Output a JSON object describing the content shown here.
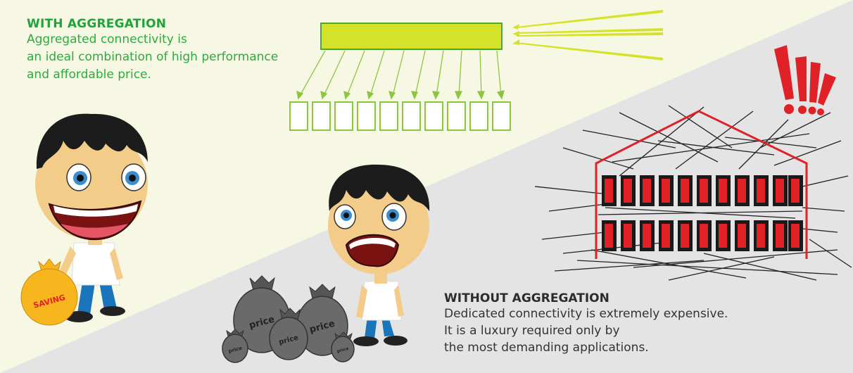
{
  "with": {
    "title": "WITH AGGREGATION",
    "lines": [
      "Aggregated connectivity is",
      "an ideal combination of high performance",
      "and affordable price."
    ]
  },
  "without": {
    "title": "WITHOUT AGGREGATION",
    "lines": [
      "Dedicated connectivity is extremely expensive.",
      "It is a luxury required only by",
      "the most demanding applications."
    ]
  },
  "bags": {
    "saving": "SAVING",
    "price": "price"
  },
  "alert": {
    "marks": "!!!!"
  },
  "colors": {
    "light_bg": "#f7f8e4",
    "grey_bg": "#e3e3e3",
    "green_text": "#2daa3f",
    "lime_bar": "#d5e22a",
    "red": "#e02127"
  }
}
